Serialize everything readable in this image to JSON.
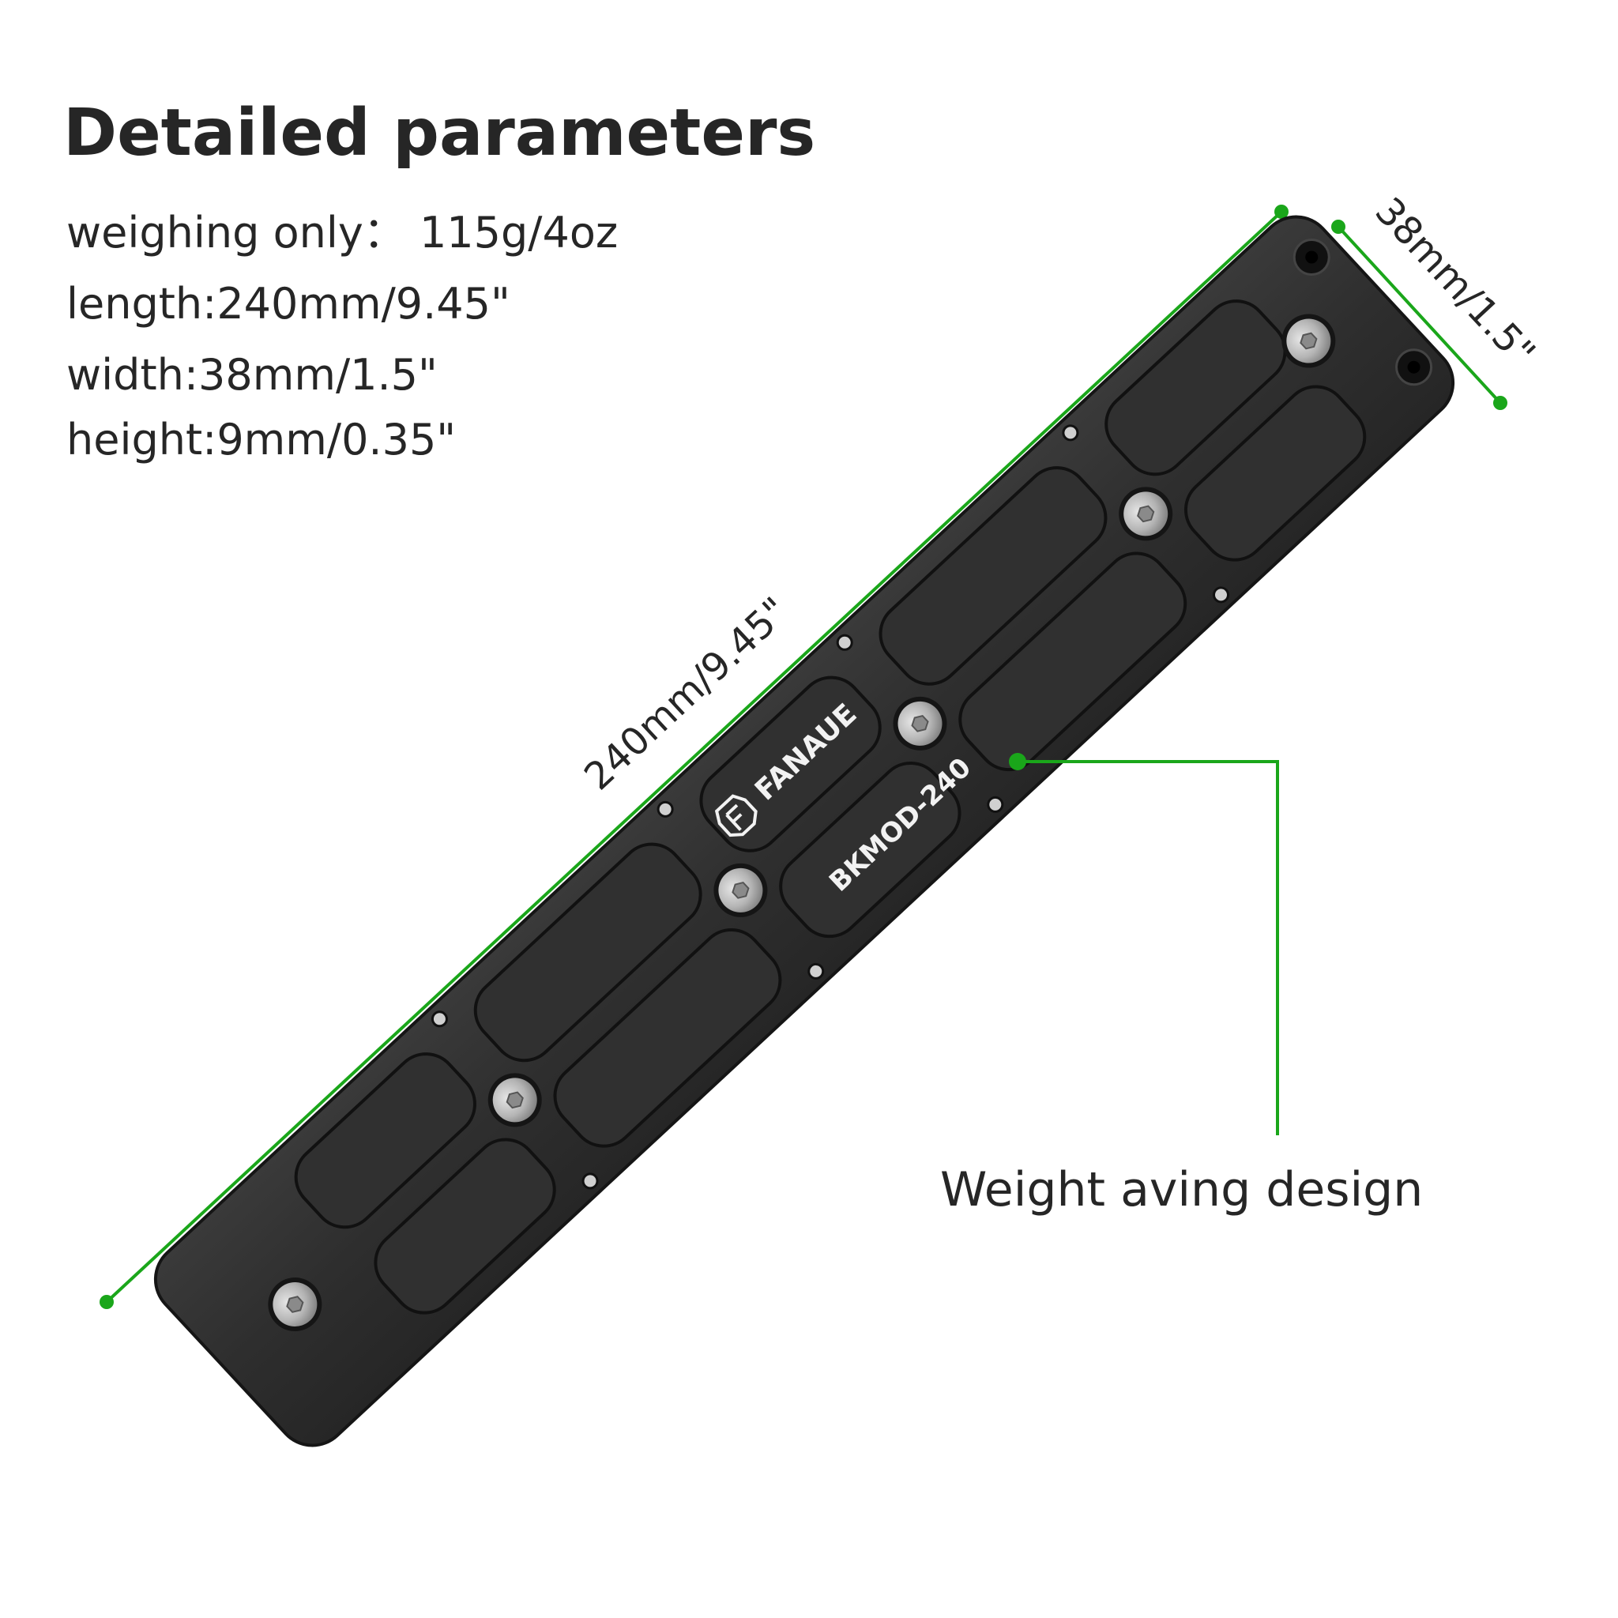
{
  "title": "Detailed parameters",
  "specs": [
    {
      "label": "weighing only",
      "value": "weighing only： 115g/4oz"
    },
    {
      "label": "length",
      "value": "length:240mm/9.45\""
    },
    {
      "label": "width",
      "value": "width:38mm/1.5\""
    },
    {
      "label": "height",
      "value": "height:9mm/0.35\""
    }
  ],
  "dimensions": {
    "length_label": "240mm/9.45\"",
    "width_label": "38mm/1.5\""
  },
  "product": {
    "brand": "FANAUE",
    "model": "BKMOD-240",
    "brand_icon": "fanaue-logo-icon"
  },
  "callout": {
    "text": "Weight aving design"
  },
  "colors": {
    "accent_green": "#1aa61a",
    "text": "#262626",
    "plate": "#2b2b2b",
    "screw": "#b9b9b9"
  }
}
